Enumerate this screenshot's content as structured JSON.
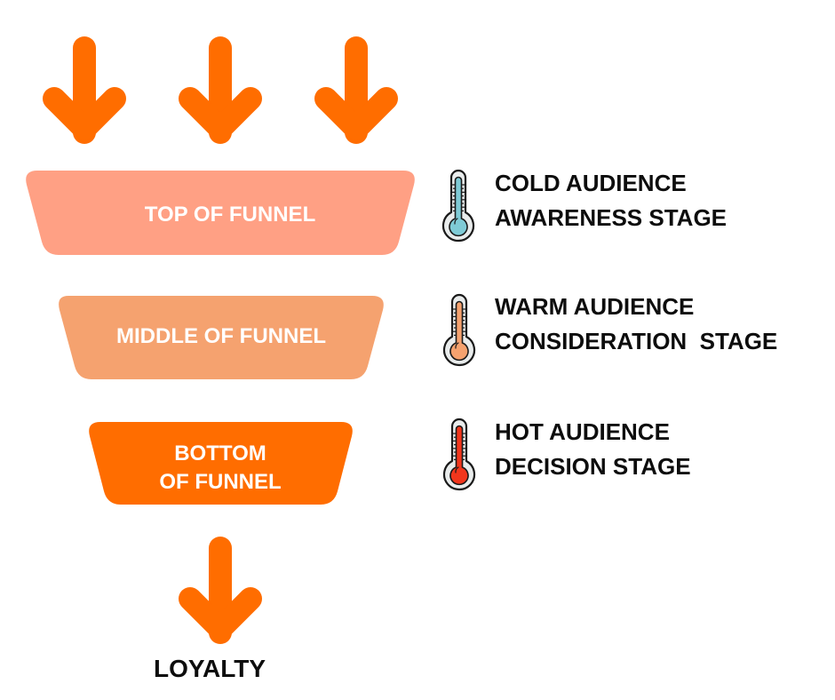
{
  "colors": {
    "arrow": "#FF6D00",
    "top_stage": "#FFA084",
    "middle_stage": "#F5A26F",
    "bottom_stage": "#FF6D00",
    "text_dark": "#0D0D0D",
    "text_light": "#FFFFFF",
    "thermo_cold": "#7FCBD6",
    "thermo_warm": "#F5A26F",
    "thermo_hot": "#F2361C"
  },
  "top_arrows": [
    {
      "icon": "arrow-down-icon"
    },
    {
      "icon": "arrow-down-icon"
    },
    {
      "icon": "arrow-down-icon"
    }
  ],
  "funnel": {
    "stages": [
      {
        "label_lines": [
          "TOP OF FUNNEL"
        ],
        "audience": "COLD AUDIENCE",
        "stage": "AWARENESS STAGE",
        "thermometer": "cold",
        "icon": "thermometer-cold-icon"
      },
      {
        "label_lines": [
          "MIDDLE OF FUNNEL"
        ],
        "audience": "WARM AUDIENCE",
        "stage": "CONSIDERATION  STAGE",
        "thermometer": "warm",
        "icon": "thermometer-warm-icon"
      },
      {
        "label_lines": [
          "BOTTOM",
          "OF FUNNEL"
        ],
        "audience": "HOT AUDIENCE",
        "stage": "DECISION STAGE",
        "thermometer": "hot",
        "icon": "thermometer-hot-icon"
      }
    ]
  },
  "outcome": {
    "icon": "arrow-down-icon",
    "label": "LOYALTY"
  }
}
